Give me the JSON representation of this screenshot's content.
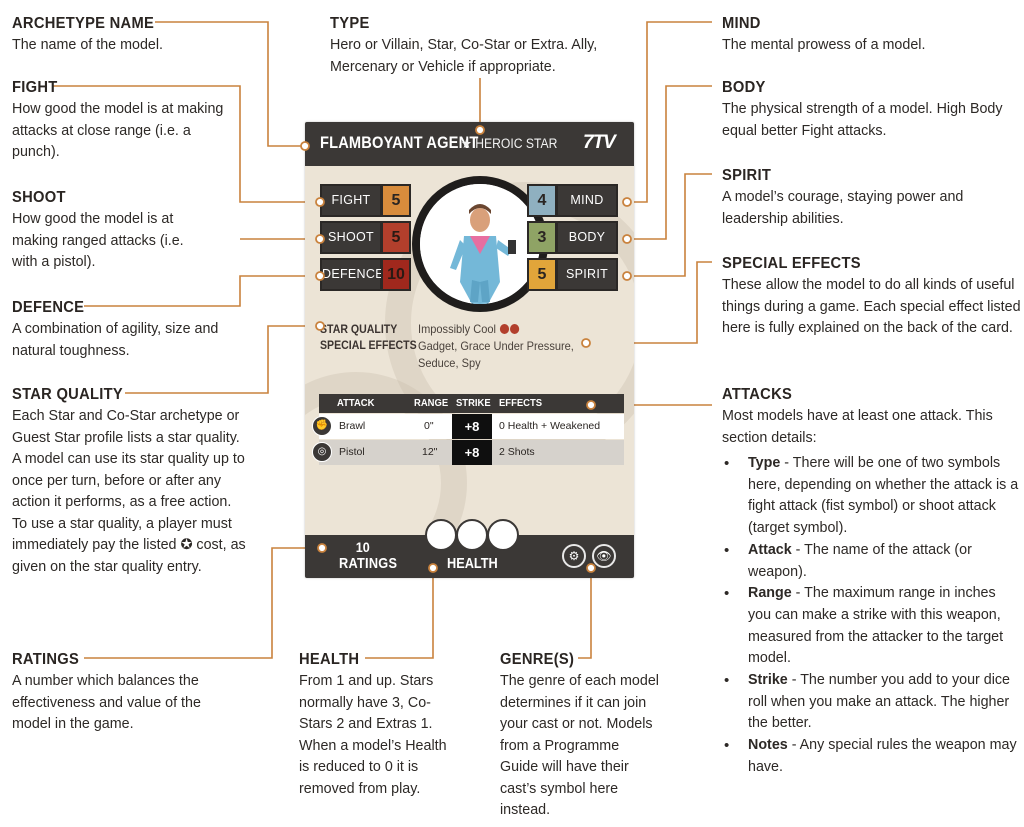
{
  "annotations": {
    "archetype_name": {
      "title": "ARCHETYPE NAME",
      "text": "The name of the model."
    },
    "fight": {
      "title": "FIGHT",
      "text": "How good the model is at making attacks at close range (i.e. a punch)."
    },
    "shoot": {
      "title": "SHOOT",
      "text": "How good the model is at making ranged attacks (i.e. with a pistol)."
    },
    "defence": {
      "title": "DEFENCE",
      "text": "A combination of agility, size and natural toughness."
    },
    "star_quality": {
      "title": "STAR QUALITY",
      "text": "Each Star and Co-Star archetype or Guest Star profile lists a star quality. A model can use its star quality up to once per turn, before or after any action it performs, as a free action. To use a star quality, a player must immediately pay the listed ✪ cost, as given on the star quality entry."
    },
    "ratings": {
      "title": "RATINGS",
      "text": "A number which balances the effectiveness and value of the model in the game."
    },
    "type": {
      "title": "TYPE",
      "text": "Hero or Villain, Star, Co-Star or Extra. Ally, Mercenary or Vehicle if appropriate."
    },
    "health": {
      "title": "HEALTH",
      "text": "From 1 and up. Stars normally have 3, Co-Stars 2 and Extras 1. When a model’s Health is reduced to 0 it is removed from play."
    },
    "genres": {
      "title": "GENRE(S)",
      "text": "The genre of each model determines if it can join your cast or not. Models from a Programme Guide will have their cast’s symbol here instead."
    },
    "mind": {
      "title": "MIND",
      "text": "The mental prowess of a model."
    },
    "body": {
      "title": "BODY",
      "text": "The physical strength of a model. High Body equal better Fight attacks."
    },
    "spirit": {
      "title": "SPIRIT",
      "text": "A model’s courage, staying power and leadership abilities."
    },
    "special_effects": {
      "title": "SPECIAL EFFECTS",
      "text": "These allow the model to do all kinds of useful things during a game. Each special effect listed here is fully explained on the back of the card."
    },
    "attacks": {
      "title": "ATTACKS",
      "text": "Most models have at least one attack. This section details:",
      "bullets": [
        {
          "term": "Type",
          "text": " - There will be one of two symbols here, depending on whether the attack is a fight attack (fist symbol) or shoot attack (target symbol)."
        },
        {
          "term": "Attack",
          "text": " - The name of the attack (or weapon)."
        },
        {
          "term": "Range",
          "text": " - The maximum range in inches you can make a strike with this weapon, measured from the attacker to the target model."
        },
        {
          "term": "Strike",
          "text": " - The number you add to your dice roll when you make an attack. The higher the better."
        },
        {
          "term": "Notes",
          "text": " - Any special rules the weapon may have."
        }
      ]
    }
  },
  "card": {
    "name": "FLAMBOYANT AGENT",
    "class": "★ HEROIC STAR",
    "logo": "7TV",
    "stats_left": [
      {
        "label": "FIGHT",
        "value": "5"
      },
      {
        "label": "SHOOT",
        "value": "5"
      },
      {
        "label": "DEFENCE",
        "value": "10"
      }
    ],
    "stats_right": [
      {
        "label": "MIND",
        "value": "4"
      },
      {
        "label": "BODY",
        "value": "3"
      },
      {
        "label": "SPIRIT",
        "value": "5"
      }
    ],
    "star_quality_label": "STAR QUALITY",
    "special_effects_label": "SPECIAL EFFECTS",
    "star_quality_value": "Impossibly Cool",
    "special_effects_lines": [
      "Gadget, Grace Under Pressure,",
      "Seduce, Spy"
    ],
    "attack_headers": [
      "ATTACK",
      "RANGE",
      "STRIKE",
      "EFFECTS"
    ],
    "attacks": [
      {
        "name": "Brawl",
        "range": "0\"",
        "strike": "+8",
        "effects": "0 Health + Weakened"
      },
      {
        "name": "Pistol",
        "range": "12\"",
        "strike": "+8",
        "effects": "2 Shots"
      }
    ],
    "rating_value": "10",
    "rating_label": "RATINGS",
    "health_label": "HEALTH"
  },
  "colors": {
    "accent_line": "#c9823d",
    "card_dark": "#3b3836",
    "card_bg": "#ece4d6"
  }
}
